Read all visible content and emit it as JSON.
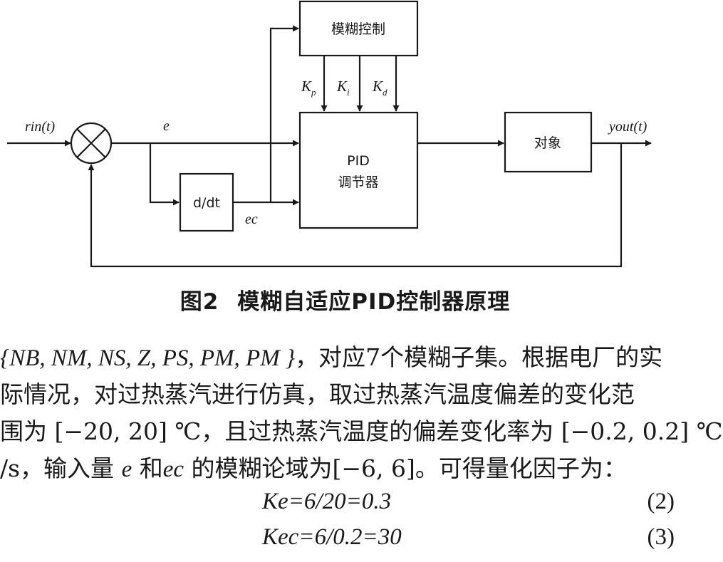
{
  "diagram": {
    "blocks": {
      "fuzzy": "模糊控制",
      "pid_line1": "PID",
      "pid_line2": "调节器",
      "derivative": "d/dt",
      "plant": "对象"
    },
    "signals": {
      "input": "rin(t)",
      "output": "yout(t)",
      "error": "e",
      "error_change": "ec"
    },
    "gains": {
      "kp_base": "K",
      "kp_sub": "p",
      "ki_base": "K",
      "ki_sub": "i",
      "kd_base": "K",
      "kd_sub": "d"
    }
  },
  "caption": {
    "number": "图2",
    "title": "模糊自适应PID控制器原理"
  },
  "paragraph": {
    "line1_set": "{NB, NM, NS, Z, PS, PM, PM }",
    "line1_text": "，对应7个模糊子集。根据电厂的实",
    "line2": "际情况，对过热蒸汽进行仿真，取过热蒸汽温度偏差的变化范",
    "line3": "围为 [−20, 20] ℃，且过热蒸汽温度的偏差变化率为 [−0.2, 0.2] ℃",
    "line4_a": "/s，输入量",
    "line4_e": "e",
    "line4_b": "和",
    "line4_ec": "ec",
    "line4_c": "的模糊论域为[−6, 6]。可得量化因子为："
  },
  "equations": [
    {
      "expr": "Ke=6/20=0.3",
      "number": "(2)"
    },
    {
      "expr": "Kec=6/0.2=30",
      "number": "(3)"
    }
  ]
}
